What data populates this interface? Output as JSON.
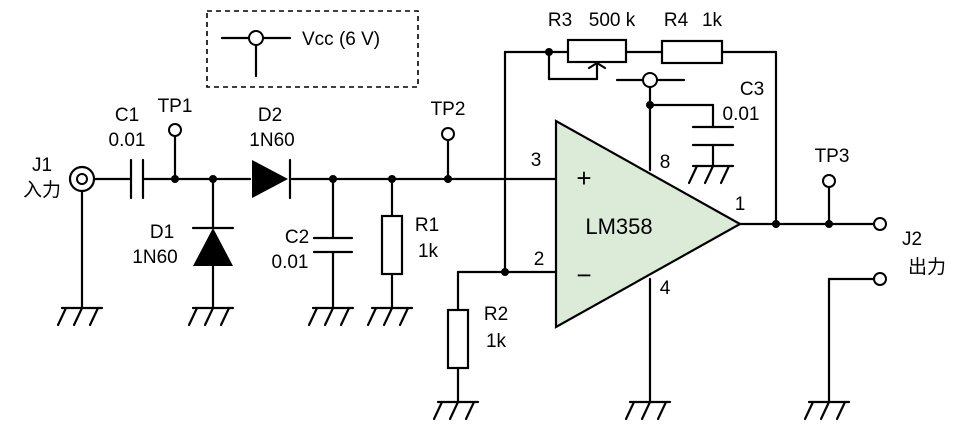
{
  "legend": {
    "vcc_label": "Vcc (6 V)"
  },
  "components": {
    "j1": {
      "ref": "J1",
      "label": "入力"
    },
    "j2": {
      "ref": "J2",
      "label": "出力"
    },
    "c1": {
      "ref": "C1",
      "value": "0.01"
    },
    "c2": {
      "ref": "C2",
      "value": "0.01"
    },
    "c3": {
      "ref": "C3",
      "value": "0.01"
    },
    "d1": {
      "ref": "D1",
      "value": "1N60"
    },
    "d2": {
      "ref": "D2",
      "value": "1N60"
    },
    "r1": {
      "ref": "R1",
      "value": "1k"
    },
    "r2": {
      "ref": "R2",
      "value": "1k"
    },
    "r3": {
      "ref": "R3",
      "value": "500 k"
    },
    "r4": {
      "ref": "R4",
      "value": "1k"
    },
    "opamp": {
      "name": "LM358",
      "plus": "+",
      "minus": "−"
    }
  },
  "test_points": {
    "tp1": "TP1",
    "tp2": "TP2",
    "tp3": "TP3"
  },
  "pins": {
    "p3": "3",
    "p2": "2",
    "p8": "8",
    "p4": "4",
    "p1": "1"
  },
  "colors": {
    "opamp_fill": "#dcebd8",
    "wire": "#000000"
  }
}
